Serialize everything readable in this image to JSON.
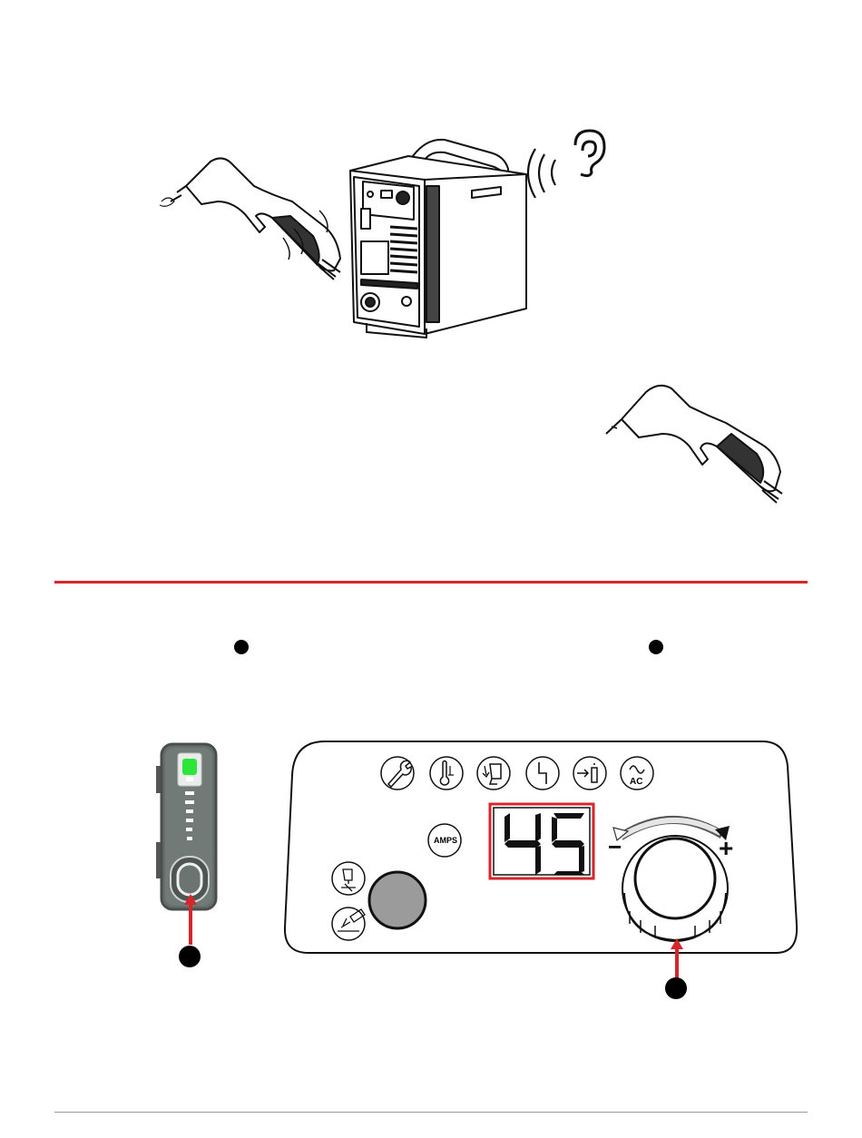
{
  "panel": {
    "display_value": "45",
    "amps_label": "AMPS",
    "ac_label": "AC",
    "minus_label": "−",
    "plus_label": "+"
  },
  "colors": {
    "accent_red": "#d6262b",
    "led_green": "#2ee63a",
    "remote_body": "#6b7470",
    "button_gray": "#9b9b9b"
  },
  "icons": [
    "torch-left-icon",
    "cutter-unit-icon",
    "ear-icon",
    "sound-waves-icon",
    "torch-right-icon",
    "wrench-icon",
    "thermometer-icon",
    "gas-pressure-icon",
    "fault-icon",
    "gas-purge-icon",
    "ac-icon"
  ]
}
